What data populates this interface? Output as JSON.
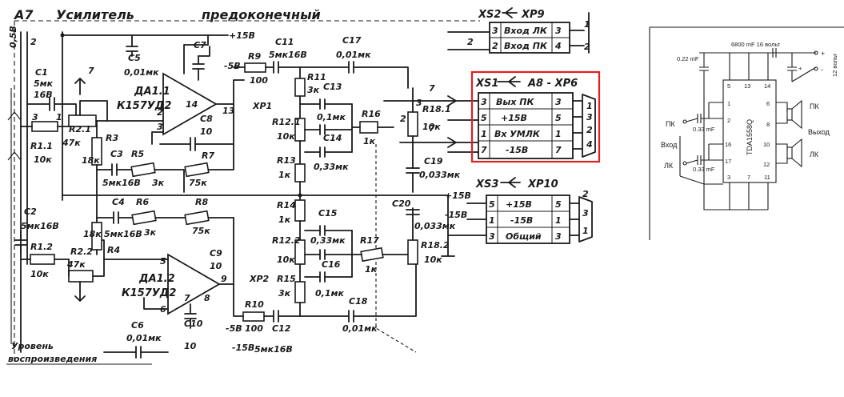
{
  "left_schematic": {
    "block_id": "A7",
    "title": "Усилитель",
    "subtitle": "предоконечный",
    "power_pos": "+15В",
    "power_neg": "-5В",
    "power_neg15": "-15В",
    "ic_top": {
      "ref": "ДА1.1",
      "part": "К157УД2",
      "pin14": "14",
      "pin13": "13",
      "pin2": "2",
      "pin3": "3"
    },
    "ic_bottom": {
      "ref": "ДА1.2",
      "part": "К157УД2",
      "pin5": "5",
      "pin6": "6",
      "pin7": "7",
      "pin8": "8",
      "pin9": "9"
    },
    "components": {
      "c1": "C1",
      "c1v": "5мк",
      "c1r": "16В",
      "c2": "C2",
      "c2v": "5мк16В",
      "c3": "C3",
      "c3v": "5мк16В",
      "c4": "C4",
      "c4v": "5мк16В",
      "c5": "C5",
      "c5v": "0,01мк",
      "c6": "C6",
      "c6v": "0,01мк",
      "c7": "C7",
      "c8": "C8",
      "c8v": "10",
      "c9": "C9",
      "c9v": "10",
      "c10": "C10",
      "c10v": "10",
      "c11": "C11",
      "c11v": "5мк16В",
      "c12": "C12",
      "c12v": "5мк16В",
      "c13": "C13",
      "c13v": "0,1мк",
      "c14": "C14",
      "c14v": "0,33мк",
      "c15": "C15",
      "c15v": "0,33мк",
      "c16": "C16",
      "c16v": "0,1мк",
      "c17": "C17",
      "c17v": "0,01мк",
      "c18": "C18",
      "c18v": "0,01мк",
      "c19": "C19",
      "c19v": "0,033мк",
      "c20": "C20",
      "c20v": "0,033мк",
      "r1": "R1.1",
      "r1v": "10к",
      "r12": "R1.2",
      "r12v": "10к",
      "r21": "R2.1",
      "r21v": "47к",
      "r22": "R2.2",
      "r22v": "47к",
      "r3": "R3",
      "r3v": "18к",
      "r4": "R4",
      "r4v": "18к",
      "r5": "R5",
      "r5v": "3к",
      "r6": "R6",
      "r6v": "3к",
      "r7": "R7",
      "r7v": "75к",
      "r8": "R8",
      "r8v": "75к",
      "r9": "R9",
      "r9v": "100",
      "r10": "R10",
      "r10v": "100",
      "r11": "R11",
      "r11v": "3к",
      "r121": "R12.1",
      "r121v": "10к",
      "r122": "R12.2",
      "r122v": "10к",
      "r13": "R13",
      "r13v": "1к",
      "r14": "R14",
      "r14v": "1к",
      "r15": "R15",
      "r15v": "3к",
      "r16": "R16",
      "r16v": "1к",
      "r17": "R17",
      "r17v": "1к",
      "r181": "R18.1",
      "r181v": "10к",
      "r182": "R18.2",
      "r182v": "10к"
    },
    "xp1": "XP1",
    "xp2": "XP2",
    "level_label_1": "Уровень",
    "level_label_2": "воспроизведения",
    "level_v": "0,5В",
    "xs2": {
      "ref": "XS2",
      "plug": "XP9",
      "rows": [
        {
          "pin_l": "3",
          "label": "Вход ЛК",
          "pin_r": "3",
          "ext": "1"
        },
        {
          "pin_l": "2",
          "label": "Вход ПК",
          "pin_r": "4",
          "ext": "2"
        }
      ]
    },
    "xs1": {
      "ref": "XS1",
      "plug": "A8 - XP6",
      "rows": [
        {
          "pin_l": "3",
          "label": "Вых ПК",
          "pin_r": "3",
          "ext": "1"
        },
        {
          "pin_l": "5",
          "label": "+15В",
          "pin_r": "5",
          "ext": "3"
        },
        {
          "pin_l": "1",
          "label": "Вх УМЛК",
          "pin_r": "1",
          "ext": "2"
        },
        {
          "pin_l": "7",
          "label": "-15В",
          "pin_r": "7",
          "ext": "4"
        }
      ]
    },
    "xs3": {
      "ref": "XS3",
      "plug": "XP10",
      "side_pos": "+15В",
      "side_neg": "-15В",
      "rows": [
        {
          "pin_l": "5",
          "label": "+15В",
          "pin_r": "5",
          "ext": "2"
        },
        {
          "pin_l": "1",
          "label": "-15В",
          "pin_r": "1",
          "ext": "3"
        },
        {
          "pin_l": "3",
          "label": "Общий",
          "pin_r": "3",
          "ext": "1"
        }
      ]
    },
    "pin_numbers": {
      "p1": "1",
      "p2": "2",
      "p3": "3",
      "p4": "4",
      "p5": "5",
      "p7": "7"
    }
  },
  "right_schematic": {
    "ic_part": "TDA1558Q",
    "cap_main": "6800 mF 16 вольт",
    "cap_small": "0.22 mF",
    "cap_in": "0.33 mF",
    "supply_v": "12 вольт",
    "plus": "+",
    "minus": "-",
    "in_right": "ПК",
    "in_left": "ЛК",
    "input_label": "Вход",
    "output_label": "Выход",
    "out_right": "ПК",
    "out_left": "ЛК",
    "pins_top": [
      "5",
      "13",
      "14"
    ],
    "pins_left": [
      "1",
      "2",
      "16",
      "17"
    ],
    "pins_right": [
      "6",
      "8",
      "10",
      "12"
    ],
    "pins_bottom": [
      "3",
      "7",
      "11"
    ]
  },
  "colors": {
    "ink": "#1a1a1a",
    "highlight": "#e02020"
  }
}
